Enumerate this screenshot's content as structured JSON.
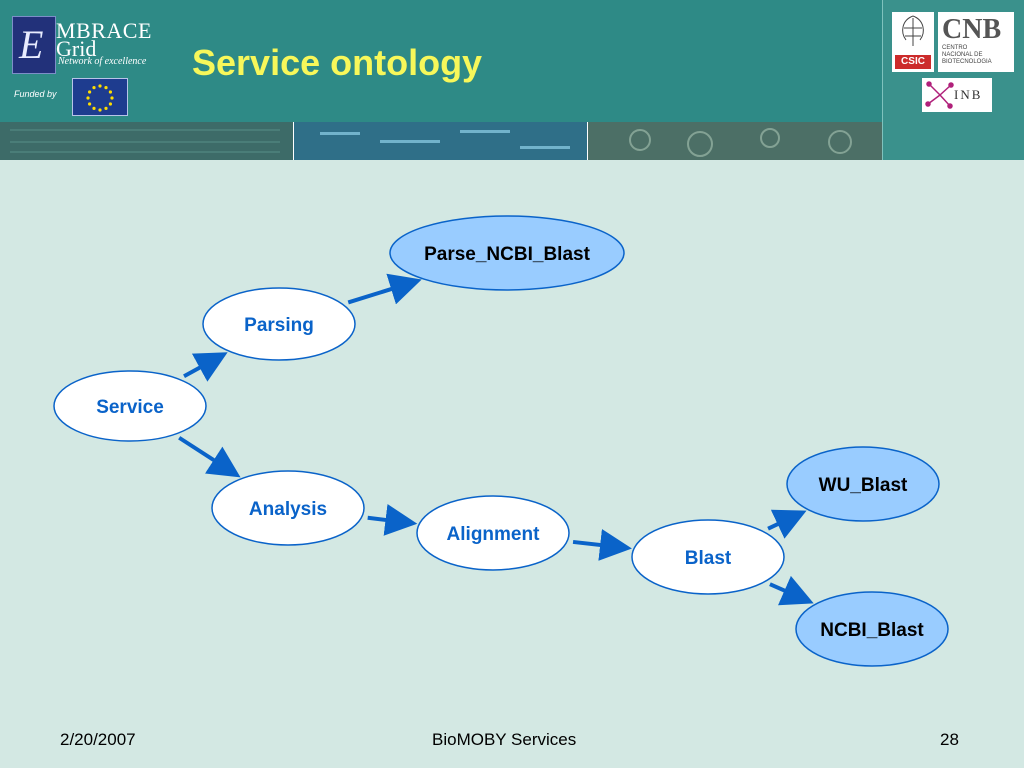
{
  "header": {
    "title": "Service ontology",
    "logo_top": "MBRACE",
    "logo_bottom": "Grid",
    "logo_letter": "E",
    "logo_tagline": "Network of excellence",
    "funded_by": "Funded by",
    "csic_label": "CSIC",
    "cnb_label": "CNB",
    "cnb_subtitle": "CENTRO\nNACIONAL DE\nBIOTECNOLOGIA",
    "inb_label": "INB"
  },
  "colors": {
    "header_teal": "#2e8a86",
    "title_yellow": "#f7f75a",
    "background": "#d3e8e3",
    "arrow_blue": "#0a63c9",
    "node_white_fill": "#ffffff",
    "node_blue_fill": "#99ccff",
    "node_text_blue": "#0a63c9",
    "node_text_black": "#000000"
  },
  "nodes": [
    {
      "id": "service",
      "label": "Service",
      "style": "white"
    },
    {
      "id": "parsing",
      "label": "Parsing",
      "style": "white"
    },
    {
      "id": "analysis",
      "label": "Analysis",
      "style": "white"
    },
    {
      "id": "parse_ncbi_blast",
      "label": "Parse_NCBI_Blast",
      "style": "blue"
    },
    {
      "id": "alignment",
      "label": "Alignment",
      "style": "white"
    },
    {
      "id": "blast",
      "label": "Blast",
      "style": "white"
    },
    {
      "id": "wu_blast",
      "label": "WU_Blast",
      "style": "blue"
    },
    {
      "id": "ncbi_blast",
      "label": "NCBI_Blast",
      "style": "blue"
    }
  ],
  "edges": [
    {
      "from": "service",
      "to": "parsing"
    },
    {
      "from": "service",
      "to": "analysis"
    },
    {
      "from": "parsing",
      "to": "parse_ncbi_blast"
    },
    {
      "from": "analysis",
      "to": "alignment"
    },
    {
      "from": "alignment",
      "to": "blast"
    },
    {
      "from": "blast",
      "to": "wu_blast"
    },
    {
      "from": "blast",
      "to": "ncbi_blast"
    }
  ],
  "footer": {
    "date": "2/20/2007",
    "center": "BioMOBY Services",
    "page_number": "28"
  }
}
